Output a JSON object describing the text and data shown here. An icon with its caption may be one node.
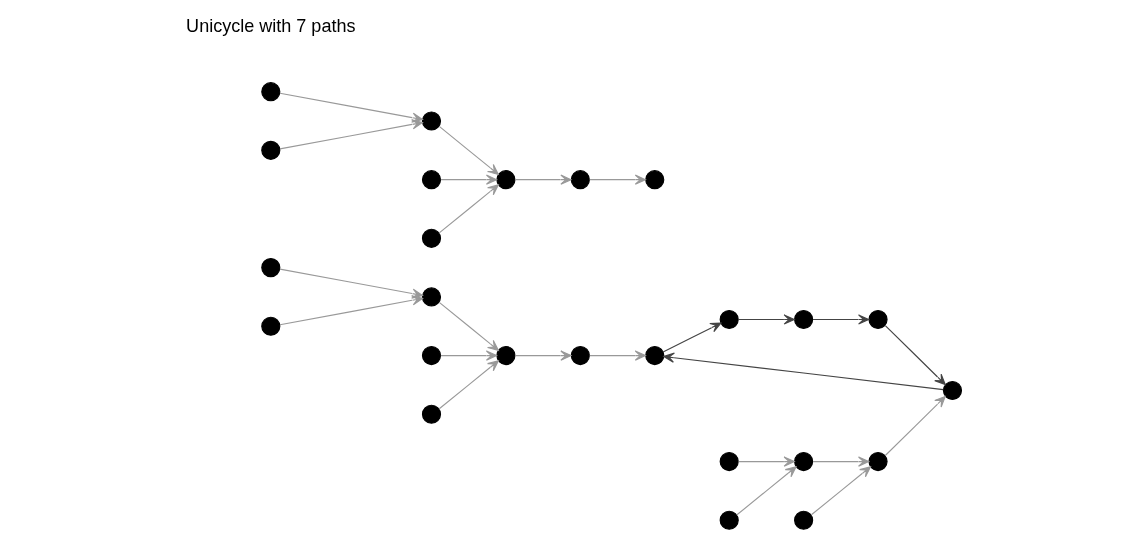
{
  "diagram": {
    "nodes": [
      {
        "text": [],
        "shape": "circle"
      },
      {
        "text": [],
        "shape": "circle"
      },
      {
        "text": [],
        "shape": "circle"
      },
      {
        "text": [],
        "shape": "circle"
      },
      {
        "text": [],
        "shape": "circle"
      },
      {
        "text": [],
        "shape": "circle"
      },
      {
        "text": [],
        "shape": "circle"
      },
      {
        "text": [],
        "shape": "circle"
      },
      {
        "text": [],
        "shape": "circle"
      },
      {
        "text": [],
        "shape": "circle"
      },
      {
        "text": [],
        "shape": "circle"
      },
      {
        "text": [],
        "shape": "circle"
      },
      {
        "text": [],
        "shape": "circle"
      },
      {
        "text": [],
        "shape": "circle"
      },
      {
        "text": [],
        "shape": "circle"
      },
      {
        "text": [],
        "shape": "circle"
      },
      {
        "text": [],
        "shape": "circle"
      },
      {
        "text": [],
        "shape": "circle"
      },
      {
        "text": [],
        "shape": "circle"
      },
      {
        "text": [],
        "shape": "circle"
      },
      {
        "text": [],
        "shape": "circle"
      },
      {
        "text": [],
        "shape": "circle"
      },
      {
        "text": [],
        "shape": "circle"
      },
      {
        "text": [],
        "shape": "circle"
      },
      {
        "text": [],
        "shape": "circle"
      }
    ],
    "edges": [
      {
        "from": 0,
        "to": 2,
        "arrow": "to"
      },
      {
        "from": 1,
        "to": 2,
        "arrow": "to"
      },
      {
        "from": 2,
        "to": 4,
        "arrow": "to"
      },
      {
        "from": 3,
        "to": 4,
        "arrow": "to"
      },
      {
        "from": 5,
        "to": 4,
        "arrow": "to"
      },
      {
        "from": 4,
        "to": 6,
        "arrow": "to"
      },
      {
        "from": 6,
        "to": 7,
        "arrow": "to"
      },
      {
        "from": 7,
        "to": 8,
        "arrow": "to",
        "color": "#444444"
      },
      {
        "from": 8,
        "to": 15,
        "arrow": "to",
        "color": "#444444"
      },
      {
        "from": 15,
        "to": 16,
        "arrow": "to",
        "color": "#444444"
      },
      {
        "from": 16,
        "to": 10,
        "arrow": "to",
        "color": "#444444"
      },
      {
        "from": 10,
        "to": 7,
        "arrow": "to",
        "color": "#444444"
      },
      {
        "from": 11,
        "to": 10,
        "arrow": "to"
      },
      {
        "from": 14,
        "to": 11,
        "arrow": "to"
      },
      {
        "from": 12,
        "to": 11,
        "arrow": "to"
      },
      {
        "from": 9,
        "to": 12,
        "arrow": "to"
      },
      {
        "from": 13,
        "to": 12,
        "arrow": "to"
      },
      {
        "from": 17,
        "to": 19,
        "arrow": "to"
      },
      {
        "from": 18,
        "to": 19,
        "arrow": "to"
      },
      {
        "from": 19,
        "to": 21,
        "arrow": "to"
      },
      {
        "from": 20,
        "to": 21,
        "arrow": "to"
      },
      {
        "from": 22,
        "to": 21,
        "arrow": "to"
      },
      {
        "from": 21,
        "to": 23,
        "arrow": "to"
      },
      {
        "from": 23,
        "to": 24,
        "arrow": "to"
      }
    ],
    "labels": [
      "Unicycle with 7 paths"
    ]
  }
}
